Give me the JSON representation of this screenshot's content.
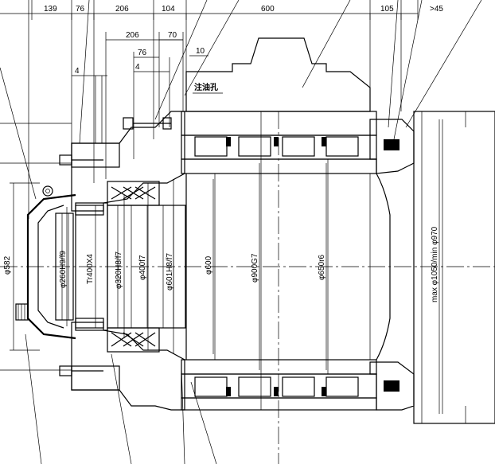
{
  "dimensions": {
    "d139": "139",
    "d76_top": "76",
    "d206_top": "206",
    "d104": "104",
    "d600": "600",
    "d105": "105",
    "d45": ">45",
    "d206_mid": "206",
    "d70": "70",
    "d76_mid": "76",
    "d4_mid": "4",
    "d10": "10",
    "d4_left": "4"
  },
  "labels": {
    "oil_hole": "注油孔",
    "phi582": "φ582",
    "phi260": "φ260H9/f9",
    "tr400": "Tr400X4",
    "phi320": "φ320H8/f7",
    "phi400": "φ400f7",
    "phi601": "φ601H8/f7",
    "phi600": "φ600",
    "phi900": "φ900G7",
    "phi650": "φ650r6",
    "max1050": "max φ1050/min φ970"
  }
}
